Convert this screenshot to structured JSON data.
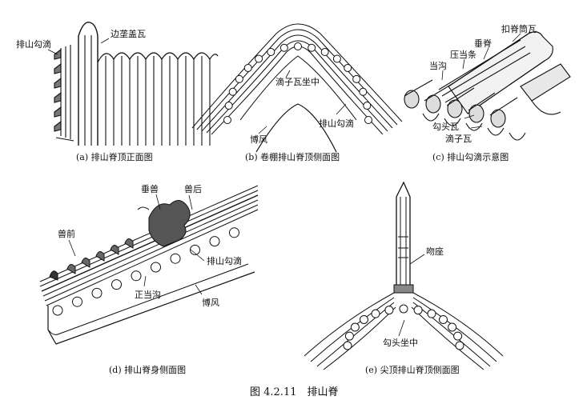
{
  "panels": {
    "a": {
      "caption": "(a) 排山脊顶正面图",
      "labels": [
        "排山勾滴",
        "边垄盖瓦"
      ]
    },
    "b": {
      "caption": "(b) 卷棚排山脊顶侧面图",
      "labels": [
        "滴子瓦坐中",
        "博风",
        "排山勾滴"
      ]
    },
    "c": {
      "caption": "(c) 排山勾滴示意图",
      "labels": [
        "扣脊筒瓦",
        "垂脊",
        "压当条",
        "当沟",
        "勾头瓦",
        "滴子瓦"
      ]
    },
    "d": {
      "caption": "(d) 排山脊身侧面图",
      "labels": [
        "垂兽",
        "兽后",
        "兽前",
        "排山勾滴",
        "正当沟",
        "博风"
      ]
    },
    "e": {
      "caption": "(e) 尖顶排山脊顶侧面图",
      "labels": [
        "吻座",
        "勾头坐中"
      ]
    }
  },
  "figure_title": "图 4.2.11　排山脊"
}
